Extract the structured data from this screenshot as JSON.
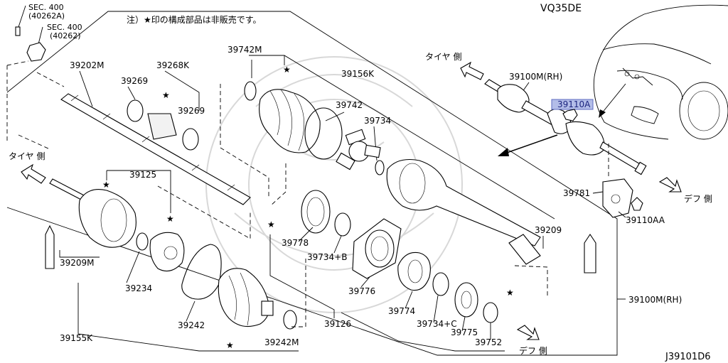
{
  "header": {
    "note": "注）★印の構成部品は非販売です。",
    "engine": "VQ35DE",
    "figure_id": "J39101D6"
  },
  "direction_labels": {
    "tire_side_left": "タイヤ 側",
    "tire_side_top": "タイヤ 側",
    "diff_side_bottom": "デフ 側",
    "diff_side_right": "デフ 側"
  },
  "references": {
    "sec_a": "SEC. 400",
    "sec_a_code": "(40262A)",
    "sec_b": "SEC. 400",
    "sec_b_code": "(40262)"
  },
  "parts": {
    "p39202M": "39202M",
    "p39268K": "39268K",
    "p39269a": "39269",
    "p39269b": "39269",
    "p39742M": "39742M",
    "p39156K": "39156K",
    "p39742": "39742",
    "p39734": "39734",
    "p39100M_rh_top": "39100M(RH)",
    "p39110A": "39110A",
    "p39781": "39781",
    "p39110AA": "39110AA",
    "p39125": "39125",
    "p39209M": "39209M",
    "p39234": "39234",
    "p39242": "39242",
    "p39155K": "39155K",
    "p39242M": "39242M",
    "p39778": "39778",
    "p39734B": "39734+B",
    "p39776": "39776",
    "p39126": "39126",
    "p39774": "39774",
    "p39734C": "39734+C",
    "p39775": "39775",
    "p39752": "39752",
    "p39209": "39209",
    "p39100M_rh_right": "39100M(RH)"
  },
  "colors": {
    "highlight_fill": "#b3bde8",
    "highlight_border": "#5c6bc0",
    "ink": "#000000"
  }
}
